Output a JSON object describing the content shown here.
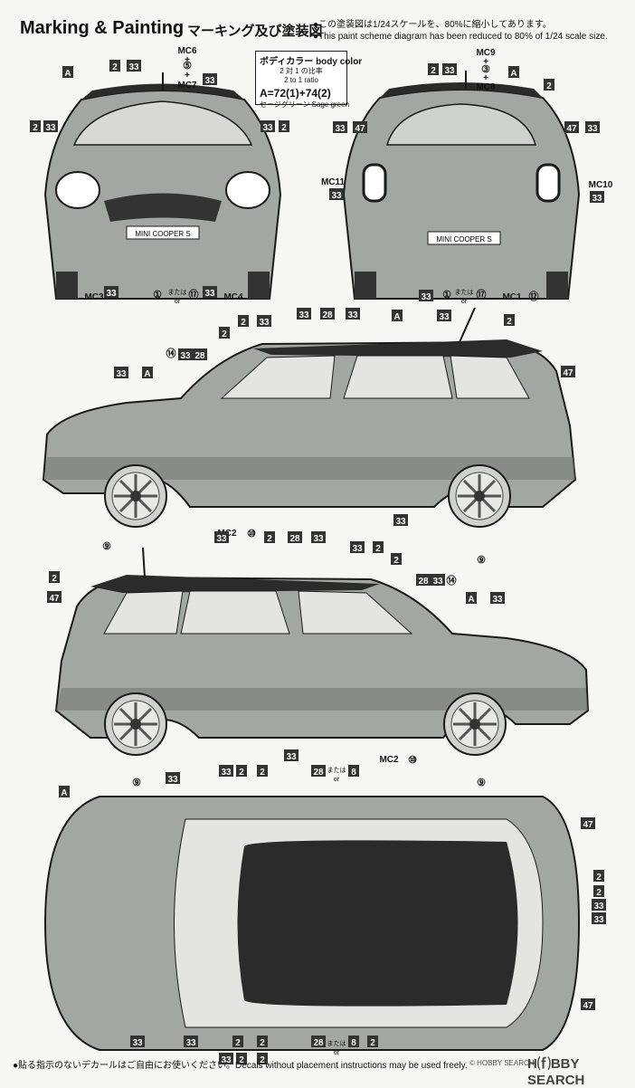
{
  "header": {
    "title": "Marking & Painting",
    "title_jp": "マーキング及び塗装図",
    "note_jp": "●この塗装図は1/24スケールを、80%に縮小してあります。",
    "note_en": "●This paint scheme diagram has been reduced to 80% of 1/24 scale size."
  },
  "body_color": {
    "title": "ボディカラー body color",
    "ratio_jp": "2 対 1 の比率",
    "ratio_en": "2 to 1 ratio",
    "formula": "A=72(1)+74(2)",
    "color_name": "セージグリーン Sage green"
  },
  "plate_text": "MINI COOPER S",
  "or_text": "または",
  "or_en": "or",
  "footer": "●貼る指示のないデカールはご自由にお使いください。Decals without placement instructions may be used freely.",
  "watermark": "H⒡BBY SEARCH",
  "copyright": "© HOBBY SEARCH",
  "colors": {
    "body": "#a3a7a3",
    "roof": "#2b2b2b",
    "line": "#1a1a1a"
  },
  "labels": {
    "A": "A",
    "n2": "2",
    "n33": "33",
    "n47": "47",
    "n28": "28",
    "n8": "8",
    "n1": "①",
    "n3": "③",
    "n5": "⑤",
    "n9": "⑨",
    "n10": "⑩",
    "n12": "⑫",
    "n14": "⑭",
    "n17": "⑰",
    "plus": "+",
    "mc1": "MC1",
    "mc2": "MC2",
    "mc3": "MC3",
    "mc4": "MC4",
    "mc6": "MC6",
    "mc7": "MC7",
    "mc8": "MC8",
    "mc9": "MC9",
    "mc10": "MC10",
    "mc11": "MC11"
  }
}
